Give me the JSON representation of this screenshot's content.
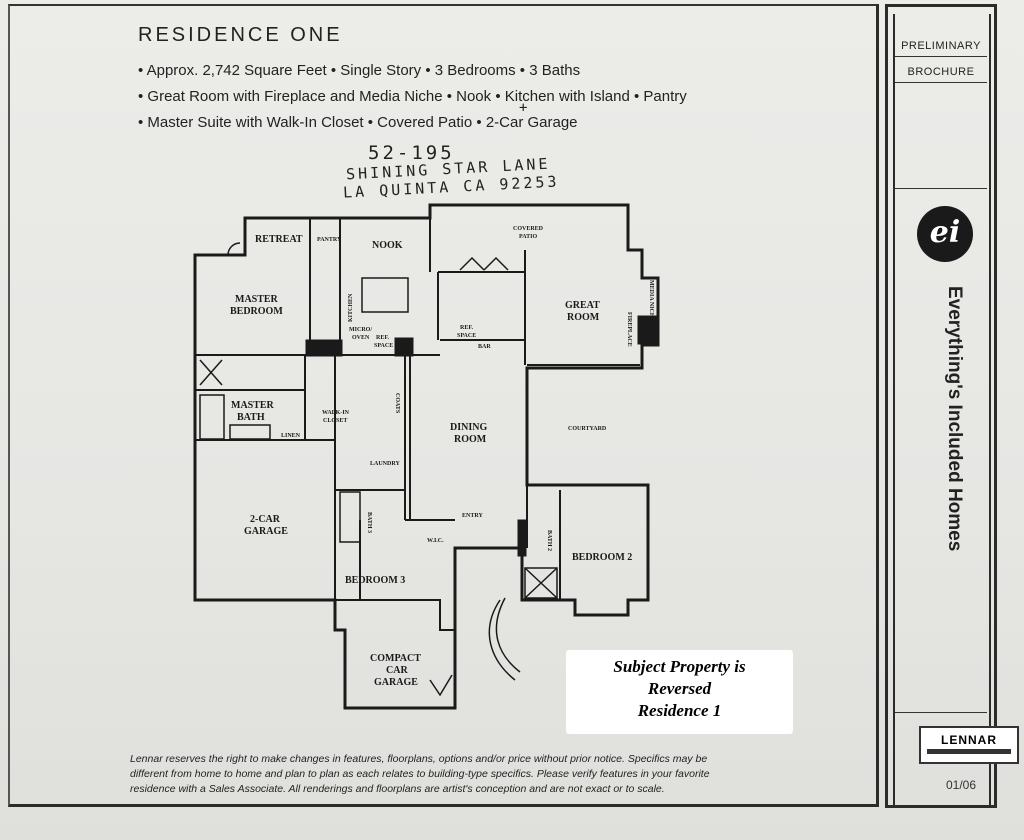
{
  "brochure": {
    "title": "RESIDENCE ONE",
    "features": [
      "• Approx. 2,742 Square Feet • Single Story • 3 Bedrooms • 3 Baths",
      "• Great Room with Fireplace and Media Niche • Nook • Kitchen with Island • Pantry",
      "• Master Suite with Walk-In Closet • Covered Patio • 2-Car Garage"
    ],
    "garage_plus_mark": "+"
  },
  "handwritten": {
    "lot": "52-195",
    "street": "SHINING STAR LANE",
    "city": "LA QUINTA CA 92253"
  },
  "side_panel": {
    "preliminary": "PRELIMINARY",
    "brochure": "BROCHURE",
    "logo_text": "ei",
    "brand": "Everything's Included Homes",
    "builder": "LENNAR",
    "edition": "01/06"
  },
  "floorplan": {
    "rooms": {
      "retreat": "RETREAT",
      "pantry": "PANTRY",
      "nook": "NOOK",
      "covered_patio_1": "COVERED",
      "covered_patio_2": "PATIO",
      "master_bedroom_1": "MASTER",
      "master_bedroom_2": "BEDROOM",
      "kitchen": "KITCHEN",
      "micro_oven_1": "MICRO/",
      "micro_oven_2": "OVEN",
      "ref_space_1": "REF.",
      "ref_space_2": "SPACE",
      "bar": "BAR",
      "great_room_1": "GREAT",
      "great_room_2": "ROOM",
      "media_niche": "MEDIA NICHE",
      "fireplace": "FIREPLACE",
      "master_bath_1": "MASTER",
      "master_bath_2": "BATH",
      "walk_in_closet_1": "WALK-IN",
      "walk_in_closet_2": "CLOSET",
      "linen": "LINEN",
      "coats": "COATS",
      "dining_room_1": "DINING",
      "dining_room_2": "ROOM",
      "courtyard": "COURTYARD",
      "laundry": "LAUNDRY",
      "garage_1": "2-CAR",
      "garage_2": "GARAGE",
      "bath3": "BATH 3",
      "wic": "W.I.C.",
      "entry": "ENTRY",
      "bath2": "BATH 2",
      "bedroom2": "BEDROOM 2",
      "bedroom3": "BEDROOM 3",
      "compact_1": "COMPACT",
      "compact_2": "CAR",
      "compact_3": "GARAGE"
    }
  },
  "note": {
    "line1": "Subject Property is",
    "line2": "Reversed",
    "line3": "Residence 1"
  },
  "disclaimer": "Lennar reserves the right to make changes in features, floorplans, options and/or price without prior notice. Specifics may be different from home to home and plan to plan as each relates to building-type specifics. Please verify features in your favorite residence with a Sales Associate. All renderings and floorplans are artist's conception and are not exact or to scale."
}
